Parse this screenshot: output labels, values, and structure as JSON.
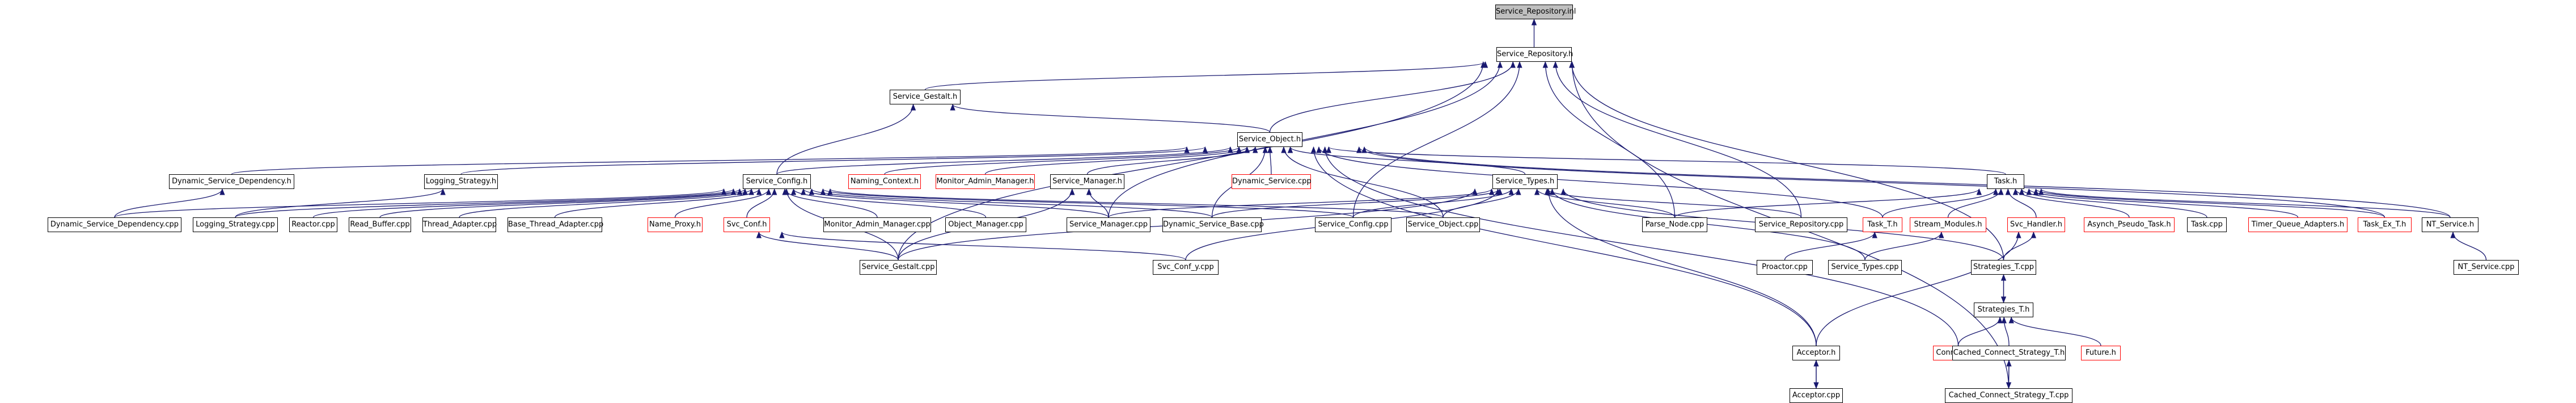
{
  "graph": {
    "nodes": [
      {
        "id": "root",
        "label": "Service_Repository.inl"
      },
      {
        "id": "srh",
        "label": "Service_Repository.h"
      },
      {
        "id": "gestalt_h",
        "label": "Service_Gestalt.h"
      },
      {
        "id": "object_h",
        "label": "Service_Object.h"
      },
      {
        "id": "dsd_h",
        "label": "Dynamic_Service_Dependency.h"
      },
      {
        "id": "logstrat_h",
        "label": "Logging_Strategy.h"
      },
      {
        "id": "svcconfig_h",
        "label": "Service_Config.h"
      },
      {
        "id": "naming_h",
        "label": "Naming_Context.h"
      },
      {
        "id": "monitor_h",
        "label": "Monitor_Admin_Manager.h"
      },
      {
        "id": "manager_h",
        "label": "Service_Manager.h"
      },
      {
        "id": "dynservice_cpp",
        "label": "Dynamic_Service.cpp"
      },
      {
        "id": "types_h",
        "label": "Service_Types.h"
      },
      {
        "id": "task_h",
        "label": "Task.h"
      },
      {
        "id": "dsd_cpp",
        "label": "Dynamic_Service_Dependency.cpp"
      },
      {
        "id": "logstrat_cpp",
        "label": "Logging_Strategy.cpp"
      },
      {
        "id": "reactor_cpp",
        "label": "Reactor.cpp"
      },
      {
        "id": "readbuf_cpp",
        "label": "Read_Buffer.cpp"
      },
      {
        "id": "thradapt_cpp",
        "label": "Thread_Adapter.cpp"
      },
      {
        "id": "basethr_cpp",
        "label": "Base_Thread_Adapter.cpp"
      },
      {
        "id": "nameproxy_h",
        "label": "Name_Proxy.h"
      },
      {
        "id": "svcconf_h",
        "label": "Svc_Conf.h"
      },
      {
        "id": "monitor_cpp",
        "label": "Monitor_Admin_Manager.cpp"
      },
      {
        "id": "objmgr_cpp",
        "label": "Object_Manager.cpp"
      },
      {
        "id": "svcmgr_cpp",
        "label": "Service_Manager.cpp"
      },
      {
        "id": "dynsvcbase_cpp",
        "label": "Dynamic_Service_Base.cpp"
      },
      {
        "id": "svcconfig_cpp",
        "label": "Service_Config.cpp"
      },
      {
        "id": "svcobject_cpp",
        "label": "Service_Object.cpp"
      },
      {
        "id": "parsenode_cpp",
        "label": "Parse_Node.cpp"
      },
      {
        "id": "svcrepo_cpp",
        "label": "Service_Repository.cpp"
      },
      {
        "id": "taskt_h",
        "label": "Task_T.h"
      },
      {
        "id": "stream_h",
        "label": "Stream_Modules.h"
      },
      {
        "id": "svchandler_h",
        "label": "Svc_Handler.h"
      },
      {
        "id": "asynch_h",
        "label": "Asynch_Pseudo_Task.h"
      },
      {
        "id": "task_cpp",
        "label": "Task.cpp"
      },
      {
        "id": "timerq_h",
        "label": "Timer_Queue_Adapters.h"
      },
      {
        "id": "taskex_h",
        "label": "Task_Ex_T.h"
      },
      {
        "id": "ntsvc_h",
        "label": "NT_Service.h"
      },
      {
        "id": "gestalt_cpp",
        "label": "Service_Gestalt.cpp"
      },
      {
        "id": "svcconfy_cpp",
        "label": "Svc_Conf_y.cpp"
      },
      {
        "id": "proactor_cpp",
        "label": "Proactor.cpp"
      },
      {
        "id": "svctypes_cpp",
        "label": "Service_Types.cpp"
      },
      {
        "id": "strategiest_cpp",
        "label": "Strategies_T.cpp"
      },
      {
        "id": "ntsvc_cpp",
        "label": "NT_Service.cpp"
      },
      {
        "id": "strategiest_h",
        "label": "Strategies_T.h"
      },
      {
        "id": "connector_h",
        "label": "Connector.h"
      },
      {
        "id": "ccst_h",
        "label": "Cached_Connect_Strategy_T.h"
      },
      {
        "id": "future_h",
        "label": "Future.h"
      },
      {
        "id": "acceptor_h",
        "label": "Acceptor.h"
      },
      {
        "id": "acceptor_cpp",
        "label": "Acceptor.cpp"
      },
      {
        "id": "ccst_cpp",
        "label": "Cached_Connect_Strategy_T.cpp"
      }
    ]
  },
  "colors": {
    "node_border": "#000000",
    "missing_node_border": "#ff0000",
    "root_fill": "#bfbfbf",
    "edge": "#191970"
  }
}
